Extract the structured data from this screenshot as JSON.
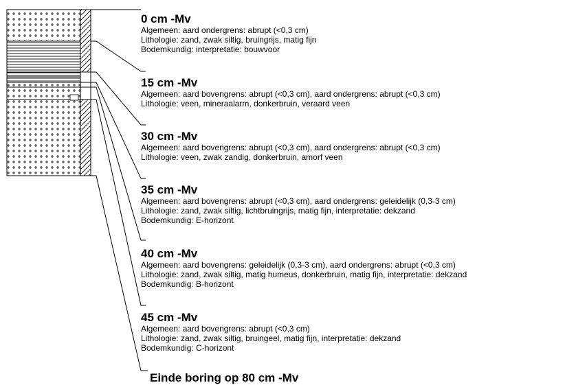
{
  "layers": [
    {
      "title": "0 cm -Mv",
      "lines": [
        "Algemeen: aard ondergrens: abrupt (<0,3 cm)",
        "Lithologie: zand, zwak siltig, bruingrijs, matig fijn",
        "Bodemkundig: interpretatie: bouwvoor"
      ]
    },
    {
      "title": "15 cm -Mv",
      "lines": [
        "Algemeen: aard bovengrens: abrupt (<0,3 cm), aard ondergrens: abrupt (<0,3 cm)",
        "Lithologie: veen, mineraalarm, donkerbruin, veraard veen"
      ]
    },
    {
      "title": "30 cm -Mv",
      "lines": [
        "Algemeen: aard bovengrens: abrupt (<0,3 cm), aard ondergrens: abrupt (<0,3 cm)",
        "Lithologie: veen, zwak zandig, donkerbruin, amorf veen"
      ]
    },
    {
      "title": "35 cm -Mv",
      "lines": [
        "Algemeen: aard bovengrens: abrupt (<0,3 cm), aard ondergrens: geleidelijk (0,3-3 cm)",
        "Lithologie: zand, zwak siltig, lichtbruingrijs, matig fijn, interpretatie: dekzand",
        "Bodemkundig: E-horizont"
      ]
    },
    {
      "title": "40 cm -Mv",
      "lines": [
        "Algemeen: aard bovengrens: geleidelijk (0,3-3 cm), aard ondergrens: abrupt (<0,3 cm)",
        "Lithologie: zand, zwak siltig, matig humeus, donkerbruin, matig fijn, interpretatie: dekzand",
        "Bodemkundig: B-horizont"
      ]
    },
    {
      "title": "45 cm -Mv",
      "lines": [
        "Algemeen: aard bovengrens: abrupt (<0,3 cm)",
        "Lithologie: zand, zwak siltig, bruingeel, matig fijn, interpretatie: dekzand",
        "Bodemkundig: C-horizont"
      ]
    }
  ],
  "end_title": "Einde boring op 80 cm -Mv"
}
